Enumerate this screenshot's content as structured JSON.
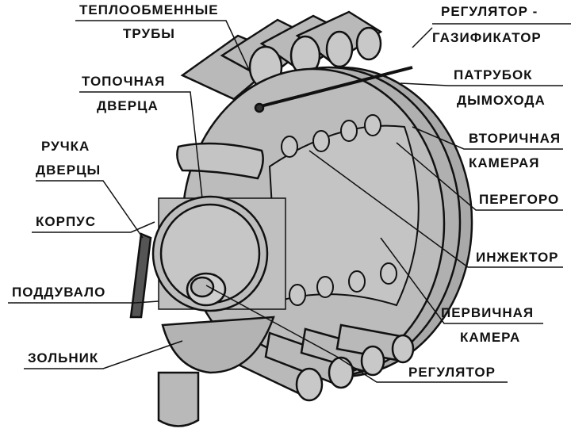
{
  "labels": {
    "heat_tubes": [
      "ТЕПЛООБМЕННЫЕ",
      "ТРУБЫ"
    ],
    "fire_door": [
      "ТОПОЧНАЯ",
      "ДВЕРЦА"
    ],
    "door_handle": [
      "РУЧКА",
      "ДВЕРЦЫ"
    ],
    "body": "КОРПУС",
    "blower": "ПОДДУВАЛО",
    "ash_pan": "ЗОЛЬНИК",
    "gasifier_regulator": [
      "РЕГУЛЯТОР -",
      "ГАЗИФИКАТОР"
    ],
    "chimney_pipe": [
      "ПАТРУБОК",
      "ДЫМОХОДА"
    ],
    "secondary_chamber": [
      "ВТОРИЧНАЯ",
      "КАМЕРАЯ"
    ],
    "partition": "ПЕРЕГОРО",
    "injector": "ИНЖЕКТОР",
    "primary_chamber": [
      "ПЕРВИЧНАЯ",
      "КАМЕРА"
    ],
    "regulator": "РЕГУЛЯТОР"
  }
}
